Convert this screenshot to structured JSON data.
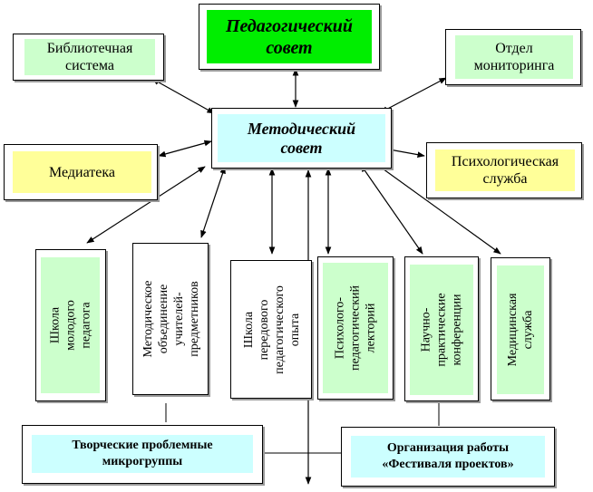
{
  "nodes": {
    "ped_sovet": "Педагогический\nсовет",
    "bib": "Библиотечная\nсистема",
    "otdel": "Отдел\nмониторинга",
    "metod": "Методический\nсовет",
    "mediateka": "Медиатека",
    "psych": "Психологическая\nслужба",
    "school_young": "Школа\nмолодого\nпедагога",
    "metod_obj": "Методическое\nобъединение\nучителей-\nпредметников",
    "school_adv": "Школа\nпередового\nпедагогического\nопыта",
    "lektoriy": "Психолого-\nпедагогический\nлекторий",
    "conf": "Научно-\nпрактические\nконференции",
    "med": "Медицинская\nслужба",
    "tvorch": "Творческие проблемные\nмикрогруппы",
    "festival": "Организация работы\n«Фестиваля проектов»"
  },
  "colors": {
    "ped_sovet": "#00ee00",
    "light_green": "#ccffcc",
    "light_cyan": "#ccffff",
    "light_yellow": "#ffff99"
  }
}
